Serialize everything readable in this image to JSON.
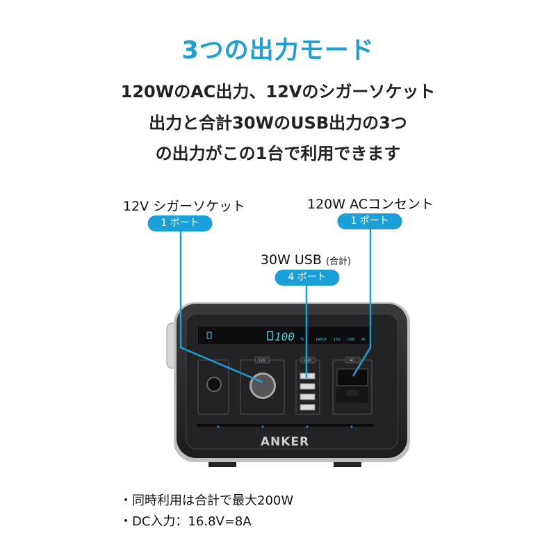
{
  "title": "3つの出力モード",
  "description": [
    "120WのAC出力、12Vのシガーソケット",
    "出力と合計30WのUSB出力の3つ",
    "の出力がこの1台で利用できます"
  ],
  "callouts": {
    "cigar": {
      "label": "12V シガーソケット",
      "ports": "1 ポート"
    },
    "ac": {
      "label": "120W ACコンセント",
      "ports": "1 ポート"
    },
    "usb": {
      "label": "30W USB",
      "label_suffix": "(合計)",
      "ports": "4 ポート"
    }
  },
  "device": {
    "brand": "ANKER",
    "battery_percent": "100",
    "percent_sign": "%",
    "indicators": [
      "INPUT",
      "12V",
      "USB",
      "AC"
    ],
    "port_tags": [
      "12V",
      "USB",
      "AC"
    ]
  },
  "notes": [
    "・同時利用は合計で最大200W",
    "・DC入力：16.8V=8A"
  ],
  "colors": {
    "accent": "#1aa0d8",
    "display": "#3fd0d8"
  }
}
